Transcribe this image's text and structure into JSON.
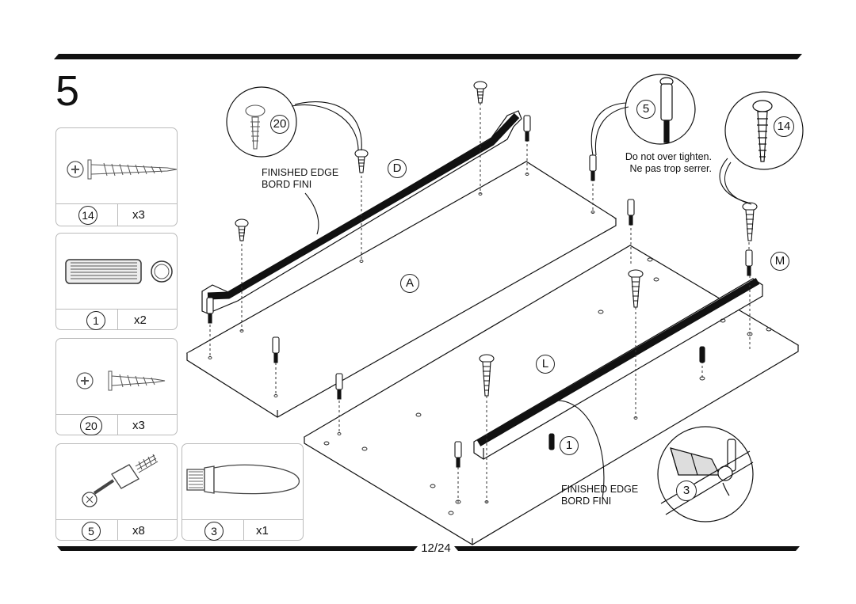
{
  "step": "5",
  "page": "12/24",
  "parts": [
    {
      "id": "14",
      "qty": "x3",
      "icon": "screw-long-icon"
    },
    {
      "id": "1",
      "qty": "x2",
      "icon": "wood-dowel-icon"
    },
    {
      "id": "20",
      "qty": "x3",
      "icon": "screw-short-icon"
    },
    {
      "id": "5",
      "qty": "x8",
      "icon": "cam-bolt-icon"
    },
    {
      "id": "3",
      "qty": "x1",
      "icon": "plastic-plug-icon"
    }
  ],
  "callouts": {
    "finished_edge_top_line1": "FINISHED EDGE",
    "finished_edge_top_line2": "BORD FINI",
    "finished_edge_bottom_line1": "FINISHED EDGE",
    "finished_edge_bottom_line2": "BORD FINI",
    "warning_en": "Do not over tighten.",
    "warning_fr": "Ne pas trop serrer."
  },
  "panel_labels": {
    "A": "A",
    "D": "D",
    "L": "L",
    "M": "M"
  },
  "detail_numbers": {
    "screw20": "20",
    "camBolt5": "5",
    "screw14": "14",
    "dowel1": "1",
    "plug3": "3"
  }
}
